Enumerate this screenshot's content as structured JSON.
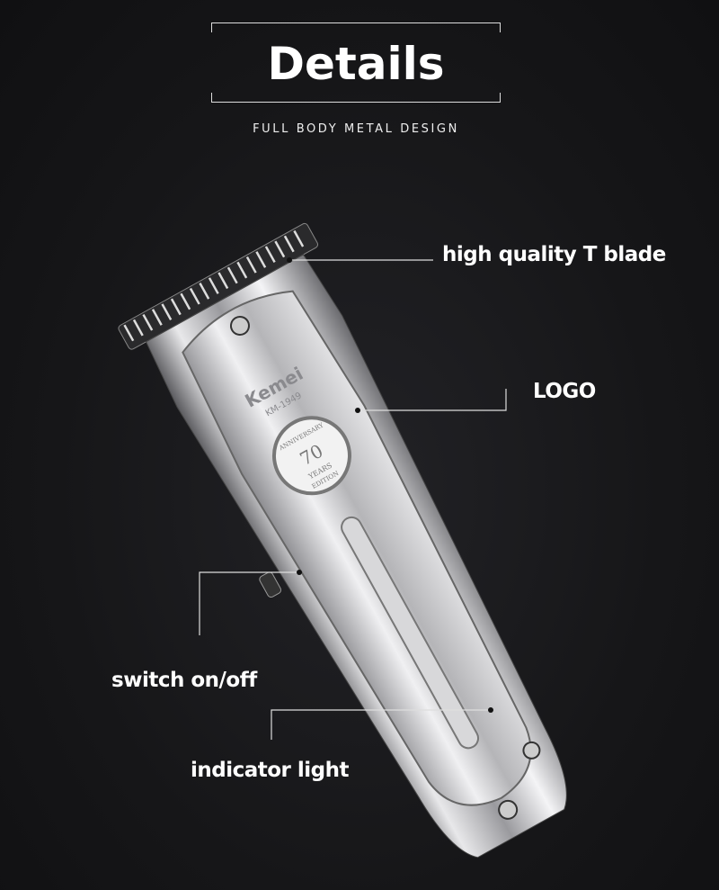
{
  "header": {
    "title": "Details",
    "subtitle": "FULL BODY METAL DESIGN"
  },
  "product": {
    "brand_logo": "Kemei",
    "model": "KM-1949",
    "badge": {
      "top": "ANNIVERSARY",
      "center": "70",
      "under": "YEARS",
      "bottom": "EDITION"
    }
  },
  "callouts": {
    "blade": "high quality T blade",
    "logo": "LOGO",
    "switch": "switch on/off",
    "indicator": "indicator light"
  },
  "colors": {
    "background": "#141416",
    "text": "#ffffff",
    "metal": "#c9c9cc"
  }
}
